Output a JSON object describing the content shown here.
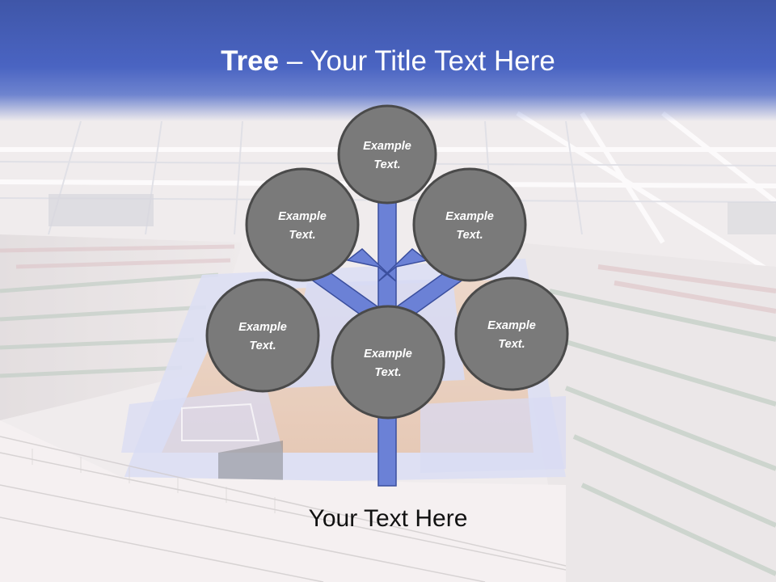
{
  "slide": {
    "title_bold": "Tree",
    "title_dash": " – ",
    "title_rest": "Your Title Text Here",
    "caption": "Your Text Here"
  },
  "colors": {
    "header": "#4a64c2",
    "branch_fill": "#6b81d6",
    "branch_stroke": "#3b4f9e",
    "circle_fill": "#7a7a7a",
    "circle_stroke": "#4a4a4a",
    "node_text": "#ffffff"
  },
  "nodes": [
    {
      "id": "top",
      "line1": "Example",
      "line2": "Text."
    },
    {
      "id": "upper-left",
      "line1": "Example",
      "line2": "Text."
    },
    {
      "id": "upper-right",
      "line1": "Example",
      "line2": "Text."
    },
    {
      "id": "lower-left",
      "line1": "Example",
      "line2": "Text."
    },
    {
      "id": "center",
      "line1": "Example",
      "line2": "Text."
    },
    {
      "id": "lower-right",
      "line1": "Example",
      "line2": "Text."
    }
  ]
}
